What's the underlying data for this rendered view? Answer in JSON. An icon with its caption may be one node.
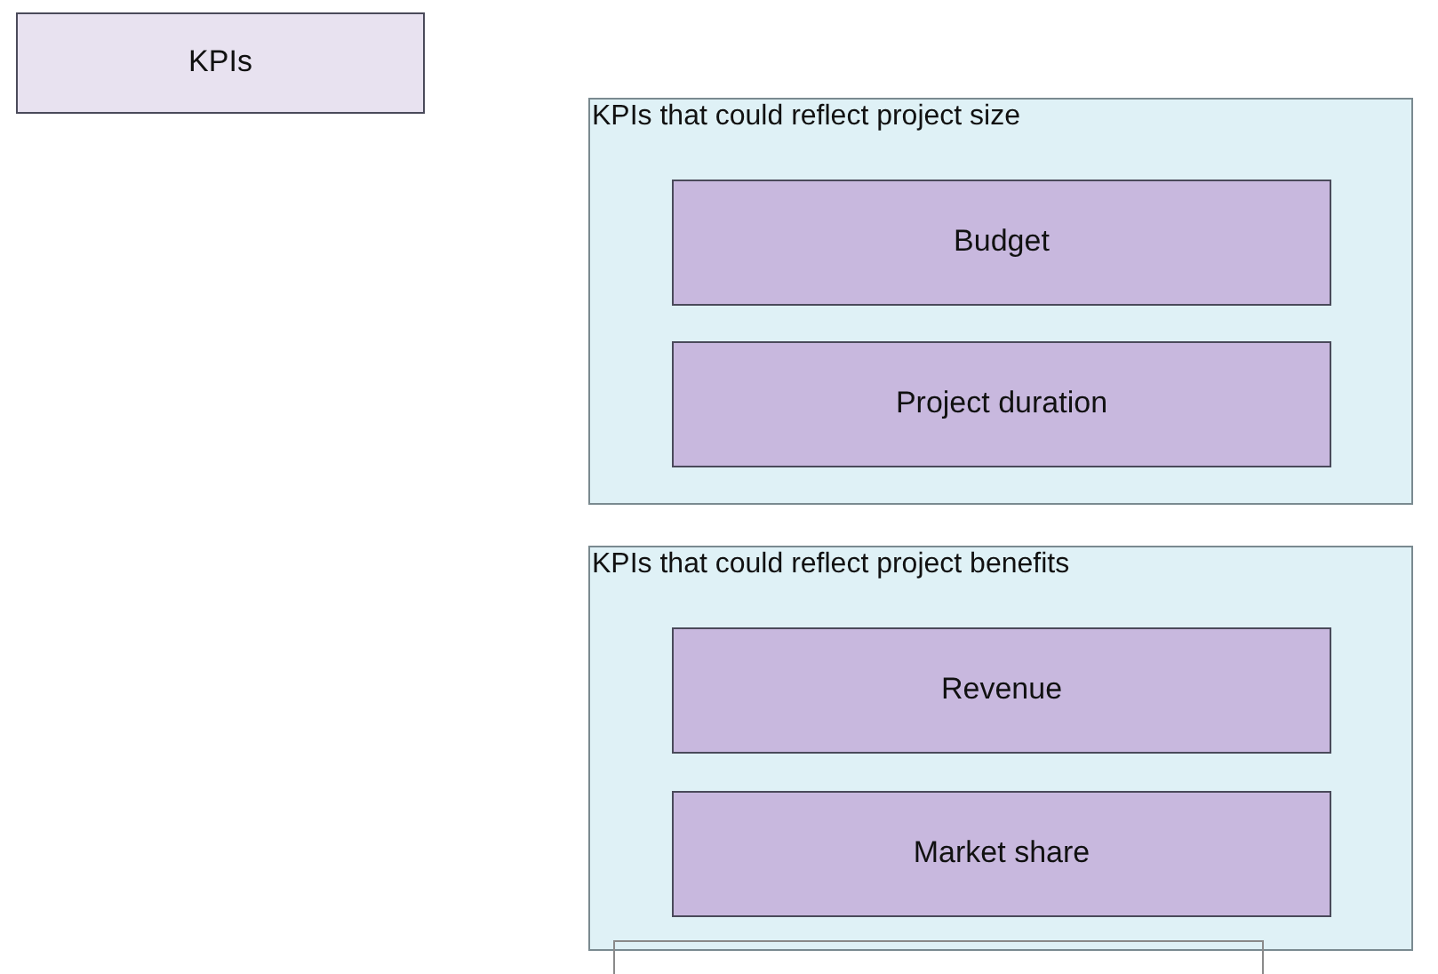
{
  "diagram": {
    "nodes": [
      {
        "text": [
          "KPIs"
        ]
      },
      {
        "text": [
          "KPIs that could reflect project size"
        ]
      },
      {
        "text": [
          "Budget"
        ],
        "in": 1
      },
      {
        "text": [
          "Project duration"
        ],
        "in": 1
      },
      {
        "text": [
          "KPIs that could reflect project benefits"
        ]
      },
      {
        "text": [
          "Revenue"
        ],
        "in": 4
      },
      {
        "text": [
          "Market share"
        ],
        "in": 4
      },
      {
        "text": [],
        "shape": "box"
      }
    ]
  }
}
